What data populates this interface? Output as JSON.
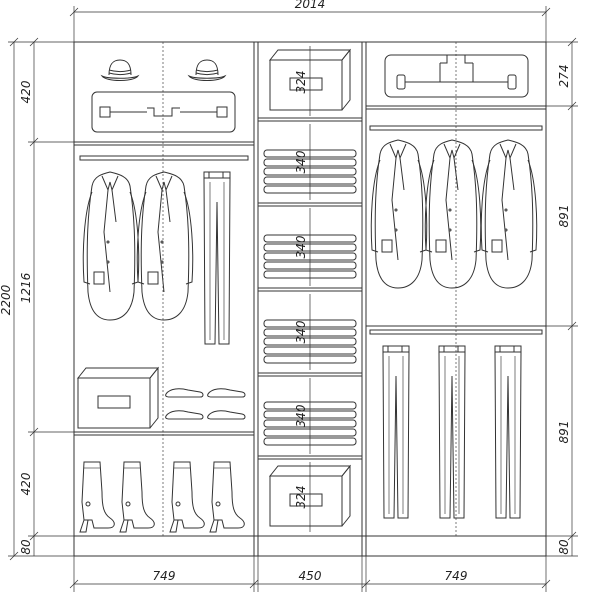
{
  "dimensions": {
    "total_width": "2014",
    "total_height": "2200",
    "left_top_shelf": "420",
    "left_hanging": "1216",
    "left_bottom": "420",
    "plinth_left": "80",
    "plinth_right": "80",
    "center_box_top": "324",
    "center_shelf_1": "340",
    "center_shelf_2": "340",
    "center_shelf_3": "340",
    "center_shelf_4": "340",
    "center_box_bottom": "324",
    "right_top_shelf": "274",
    "right_upper_hang": "891",
    "right_lower_hang": "891",
    "left_section_width": "749",
    "center_section_width": "450",
    "right_section_width": "749"
  },
  "icons": {
    "hat": "hat-icon",
    "suitcase": "suitcase-icon",
    "jacket": "jacket-icon",
    "trousers": "trousers-icon",
    "box": "storage-box-icon",
    "shoes": "shoes-icon",
    "boots": "boots-icon",
    "folded": "folded-clothes-icon"
  },
  "colors": {
    "line": "#333333",
    "background": "#ffffff"
  }
}
